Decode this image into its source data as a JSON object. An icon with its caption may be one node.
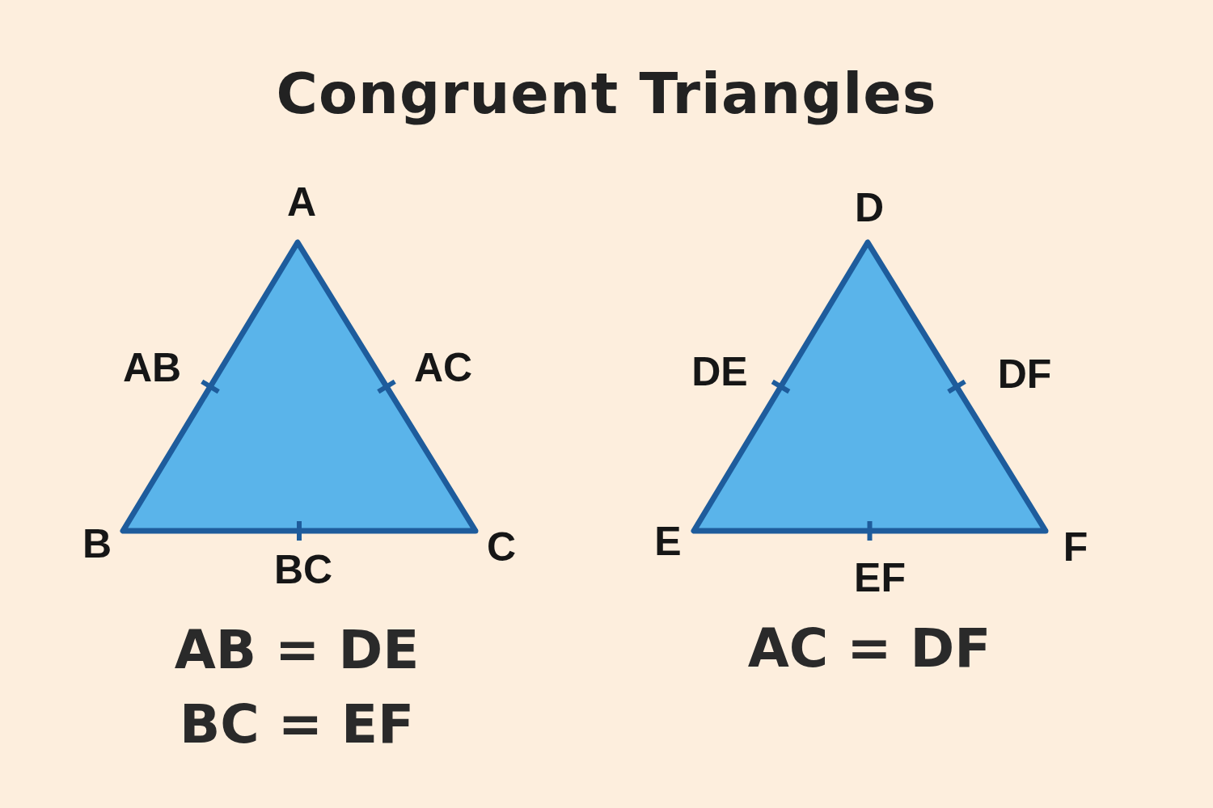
{
  "diagram": {
    "title": "Congruent Triangles",
    "labels": [
      "A",
      "AB",
      "AC",
      "B",
      "BC",
      "C",
      "D",
      "DE",
      "DF",
      "E",
      "EF",
      "F",
      "AB = DE",
      "BC = EF",
      "AC = DF"
    ]
  }
}
